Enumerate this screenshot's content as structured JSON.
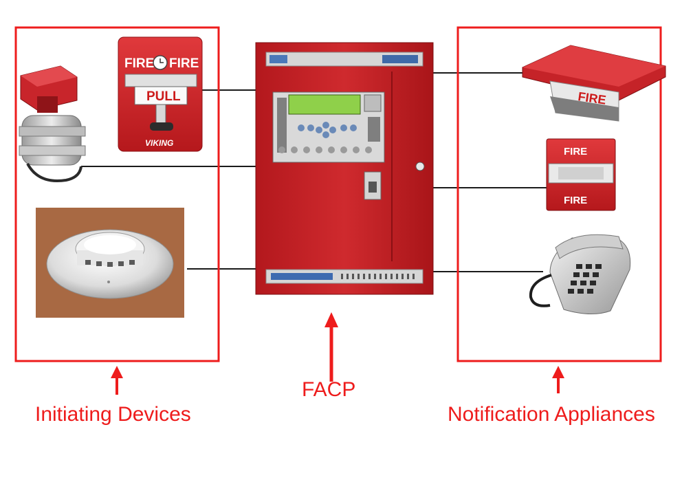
{
  "labels": {
    "initiating": "Initiating Devices",
    "facp": "FACP",
    "notification": "Notification Appliances"
  },
  "devices": {
    "pull_station_top": "FIRE",
    "pull_station_top_right": "FIRE",
    "pull_station_handle": "PULL",
    "pull_station_brand": "VIKING",
    "horn_strobe_text": "FIRE",
    "wall_strobe_top": "FIRE",
    "wall_strobe_bottom": "FIRE"
  },
  "colors": {
    "accent_red": "#ee1c1c",
    "panel_red": "#c41e23",
    "wire": "#1a1a1a"
  }
}
